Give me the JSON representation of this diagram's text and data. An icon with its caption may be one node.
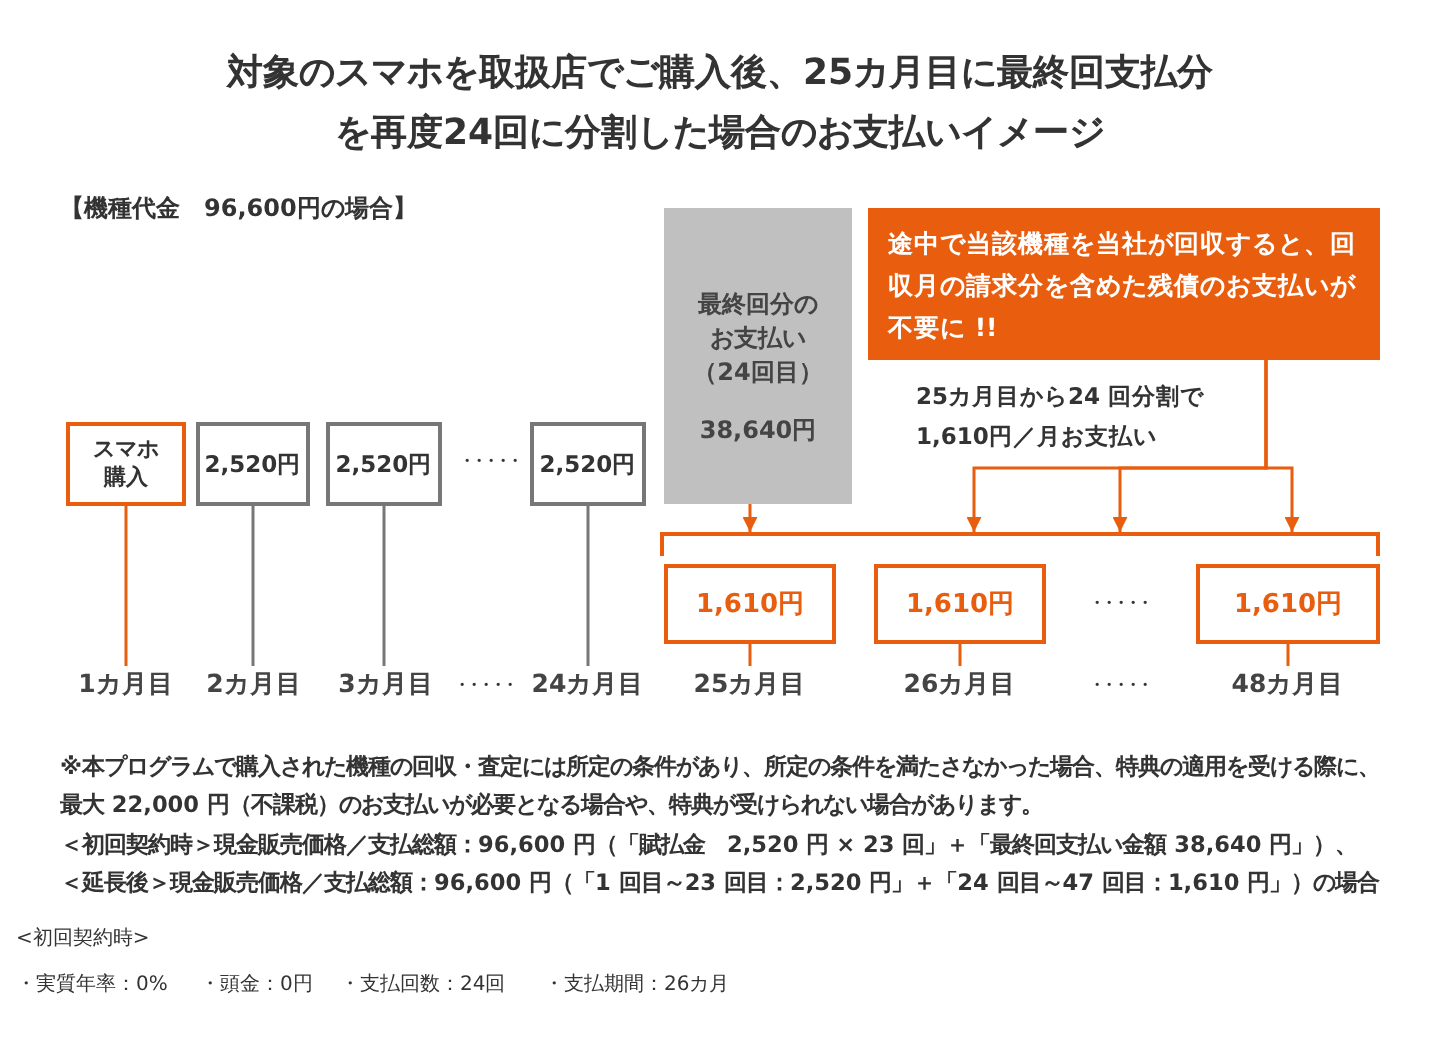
{
  "diagram": {
    "title": "対象のスマホを取扱店でご購入後、25カ月目に最終回支払分を再度24回に分割した場合のお支払いイメージ",
    "nodes": [
      {
        "text": [
          "スマホ購入"
        ]
      },
      {
        "text": [
          "2,520円"
        ]
      },
      {
        "text": [
          "2,520円"
        ]
      },
      {
        "text": [
          "2,520円"
        ]
      },
      {
        "text": [
          "最終回分のお支払い（24回目）",
          "38,640円"
        ]
      },
      {
        "text": [
          "途中で当該機種を当社が回収すると、回収月の請求分を含めた残債のお支払いが不要に !!"
        ]
      },
      {
        "text": [],
        "shape": "bracket"
      },
      {
        "text": [
          "1,610円"
        ]
      },
      {
        "text": [
          "1,610円"
        ]
      },
      {
        "text": [
          "1,610円"
        ]
      },
      {
        "text": [
          "1カ月目"
        ]
      },
      {
        "text": [
          "2カ月目"
        ]
      },
      {
        "text": [
          "3カ月目"
        ]
      },
      {
        "text": [
          "24カ月目"
        ]
      },
      {
        "text": [
          "25カ月目"
        ]
      },
      {
        "text": [
          "26カ月目"
        ]
      },
      {
        "text": [
          "48カ月目"
        ]
      }
    ],
    "edges": [
      {
        "from": 0,
        "to": 10,
        "arrow": "none"
      },
      {
        "from": 1,
        "to": 11,
        "arrow": "none",
        "color": "#777777"
      },
      {
        "from": 2,
        "to": 12,
        "arrow": "none",
        "color": "#777777"
      },
      {
        "from": 3,
        "to": 13,
        "arrow": "none",
        "color": "#777777"
      },
      {
        "from": 4,
        "to": 6,
        "arrow": "to"
      },
      {
        "from": 5,
        "to": 6,
        "arrow": "to"
      },
      {
        "from": 5,
        "to": 6,
        "arrow": "to"
      },
      {
        "from": 5,
        "to": 6,
        "arrow": "to"
      },
      {
        "from": 7,
        "to": 14,
        "arrow": "none"
      },
      {
        "from": 8,
        "to": 15,
        "arrow": "none"
      },
      {
        "from": 9,
        "to": 16,
        "arrow": "none"
      }
    ],
    "labels": [
      "【機種代金　96,600円の場合】",
      "25カ月目から24 回分割で 1,610円／月お支払い",
      "・・・・・",
      "・・・・・",
      "・・・・・",
      "・・・・・",
      "※本プログラムで購入された機種の回収・査定には所定の条件があり、所定の条件を満たさなかった場合、特典の適用を受ける際に、最大 22,000 円（不課税）のお支払いが必要となる場合や、特典が受けられない場合があります。",
      "＜初回契約時＞現金販売価格／支払総額：96,600 円（「賦払金　2,520 円 × 23 回」＋「最終回支払い金額 38,640 円」）、",
      "＜延長後＞現金販売価格／支払総額：96,600 円（「1 回目～23 回目：2,520 円」＋「24 回目～47 回目：1,610 円」）の場合",
      "<初回契約時>",
      "・実質年率：0%",
      "・頭金：0円",
      "・支払回数：24回",
      "・支払期間：26カ月"
    ]
  }
}
